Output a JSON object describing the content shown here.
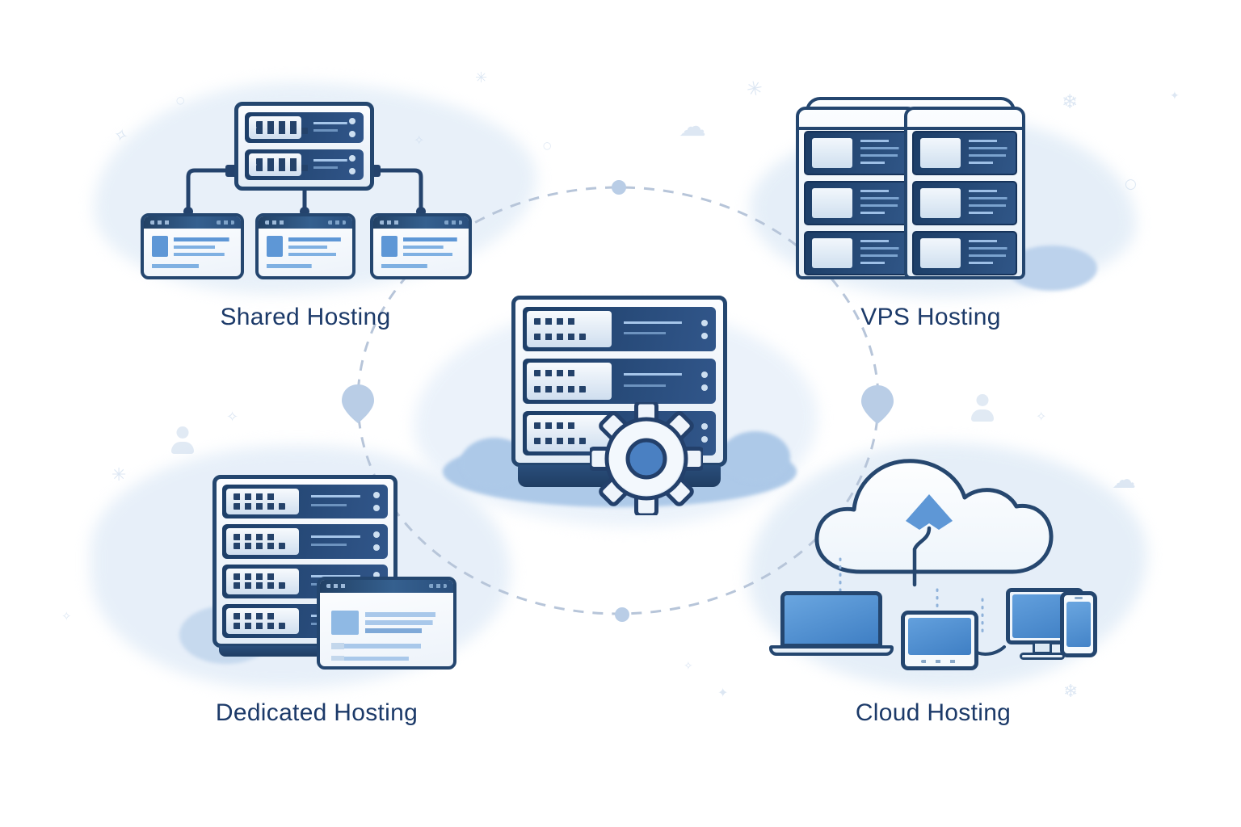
{
  "diagram": {
    "center": {
      "icon": "server-with-gear"
    },
    "nodes": [
      {
        "id": "shared-hosting",
        "label": "Shared Hosting",
        "icon": "server-with-client-windows"
      },
      {
        "id": "vps-hosting",
        "label": "VPS Hosting",
        "icon": "partitioned-server-cabinet"
      },
      {
        "id": "dedicated-hosting",
        "label": "Dedicated Hosting",
        "icon": "server-rack-with-browser"
      },
      {
        "id": "cloud-hosting",
        "label": "Cloud Hosting",
        "icon": "cloud-with-devices"
      }
    ]
  },
  "glyphs": {
    "sparkle": "✧",
    "star": "✦",
    "snowflake": "❄",
    "burst": "✳",
    "cloud": "☁",
    "circle": "○"
  },
  "colors": {
    "outline_navy": "#24466f",
    "label_text": "#1c3a69",
    "panel_dark": "#1f4270",
    "screen_blue": "#4e8ed2",
    "content_line_blue": "#6aa3dc",
    "puddle_blue": "#adc9e8",
    "soft_blob": "#e4eef8",
    "dashed_ring": "#b7c5d9"
  }
}
